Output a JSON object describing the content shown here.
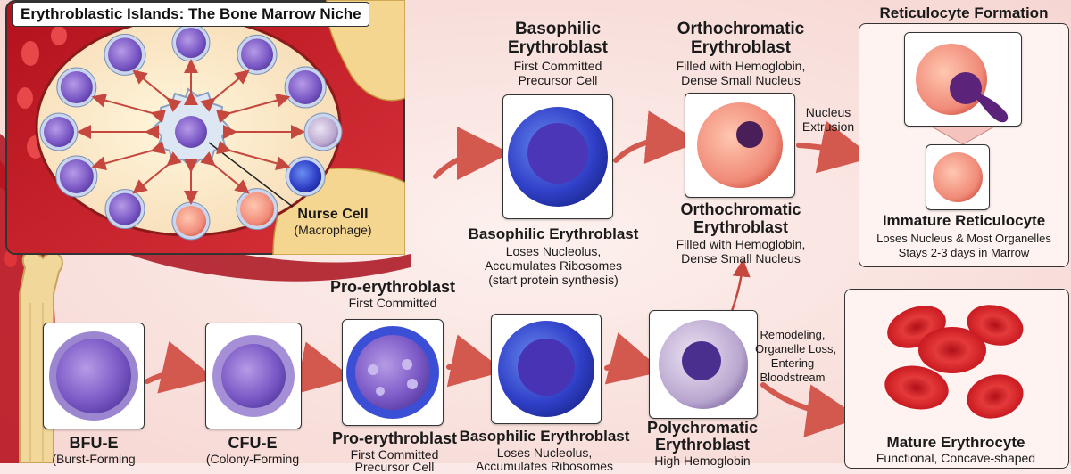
{
  "niche": {
    "title": "Erythroblastic Islands: The Bone Marrow Niche",
    "nurse_cell_label": "Nurse Cell",
    "nurse_cell_sub": "(Macrophage)"
  },
  "stages": {
    "bfu": {
      "name": "BFU-E",
      "sub": "(Burst-Forming"
    },
    "cfu": {
      "name": "CFU-E",
      "sub": "(Colony-Forming"
    },
    "pro": {
      "top_name": "Pro-erythroblast",
      "top_sub": "First Committed",
      "bottom_name": "Pro-erythroblast",
      "bottom_sub1": "First Committed",
      "bottom_sub2": "Precursor Cell"
    },
    "baso_top": {
      "title_line1": "Basophilic",
      "title_line2": "Erythroblast",
      "sub1": "First Committed",
      "sub2": "Precursor Cell",
      "name": "Basophilic Erythroblast",
      "desc1": "Loses Nucleolus,",
      "desc2": "Accumulates Ribosomes",
      "desc3": "(start protein synthesis)"
    },
    "baso_bottom": {
      "name": "Basophilic Erythroblast",
      "desc1": "Loses Nucleolus,",
      "desc2": "Accumulates Ribosomes"
    },
    "poly": {
      "name1": "Polychromatic",
      "name2": "Erythroblast",
      "sub": "High Hemoglobin"
    },
    "ortho": {
      "title_line1": "Orthochromatic",
      "title_line2": "Erythroblast",
      "sub1": "Filled with Hemoglobin,",
      "sub2": "Dense Small Nucleus",
      "name_line1": "Orthochromatic",
      "name_line2": "Erythroblast",
      "desc1": "Filled with Hemoglobin,",
      "desc2": "Dense Small Nucleus"
    },
    "extrusion": {
      "line1": "Nucleus",
      "line2": "Extrusion"
    },
    "retic": {
      "panel_title": "Reticulocyte Formation",
      "name": "Immature Reticulocyte",
      "desc1": "Loses Nucleus & Most Organelles",
      "desc2": "Stays 2-3 days in Marrow"
    },
    "remodel": {
      "line1": "Remodeling,",
      "line2": "Organelle Loss,",
      "line3": "Entering",
      "line4": "Bloodstream"
    },
    "mature": {
      "name": "Mature Erythrocyte",
      "sub": "Functional, Concave-shaped"
    }
  }
}
